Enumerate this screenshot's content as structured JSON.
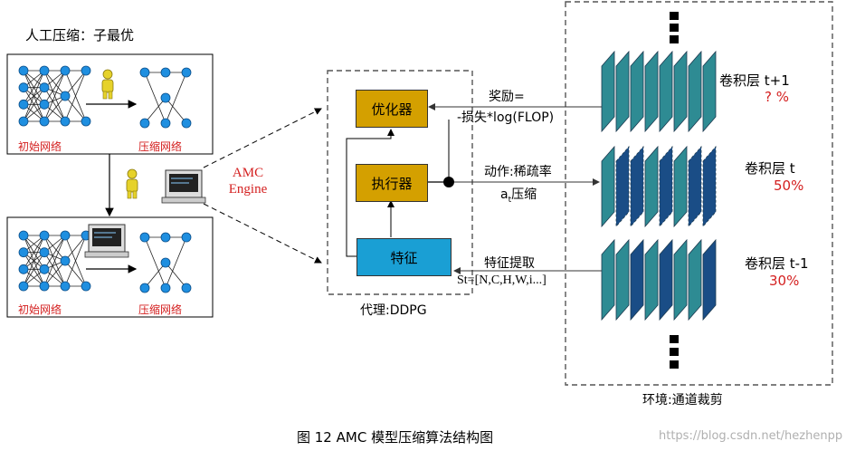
{
  "manual": {
    "title": "人工压缩：子最优",
    "top_left_label": "初始网络",
    "top_right_label": "压缩网络",
    "bottom_left_label": "初始网络",
    "bottom_right_label": "压缩网络"
  },
  "engine": {
    "line1": "AMC",
    "line2": "Engine"
  },
  "agent": {
    "optimizer": "优化器",
    "executor": "执行器",
    "feature": "特征",
    "caption": "代理:DDPG"
  },
  "arrows": {
    "reward_line1": "奖励=",
    "reward_line2": "-损失*log(FLOP)",
    "action_line1": "动作:稀疏率",
    "action_line2": "at压缩",
    "feature_line1": "特征提取",
    "feature_line2": "St=[N,C,H,W,i...]"
  },
  "environment": {
    "layers": [
      {
        "name": "卷积层 t+1",
        "ratio": "? %"
      },
      {
        "name": "卷积层 t",
        "ratio": "50%"
      },
      {
        "name": "卷积层 t-1",
        "ratio": "30%"
      }
    ],
    "caption": "环境:通道裁剪"
  },
  "figure_caption": "图  12 AMC 模型压缩算法结构图",
  "watermark": "https://blog.csdn.net/hezhenpp",
  "colors": {
    "node": "#1f8fe0",
    "block": "#d4a000",
    "feature_block": "#1a9fd4",
    "layer_teal": "#2e8b93",
    "layer_dark": "#1a4d86",
    "red": "#d42020"
  }
}
